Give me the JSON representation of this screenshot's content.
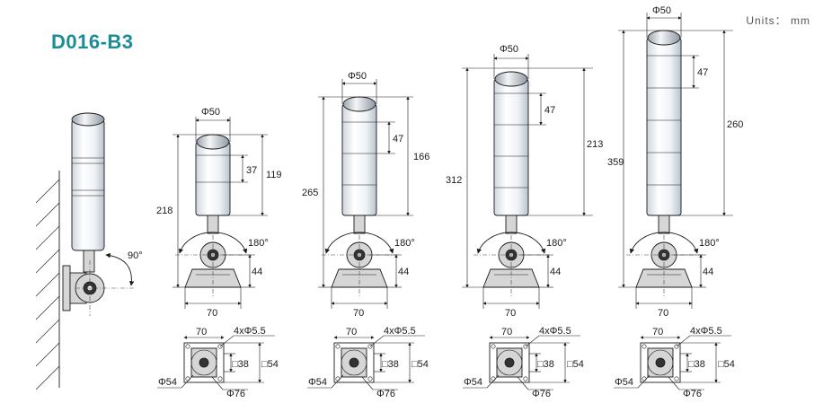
{
  "title": "D016-B3",
  "units": "Units： mm",
  "colors": {
    "title": "#1b8c98",
    "line": "#1a1a1a"
  },
  "side_view": {
    "angle": "90°"
  },
  "towers": [
    {
      "diameter": "Φ50",
      "tier": "37",
      "top_to_arm": "119",
      "total": "218",
      "rotation": "180°",
      "base_height": "44",
      "base_width": "70"
    },
    {
      "diameter": "Φ50",
      "tier": "47",
      "top_to_arm": "166",
      "total": "265",
      "rotation": "180°",
      "base_height": "44",
      "base_width": "70"
    },
    {
      "diameter": "Φ50",
      "tier": "47",
      "top_to_arm": "213",
      "total": "312",
      "rotation": "180°",
      "base_height": "44",
      "base_width": "70"
    },
    {
      "diameter": "Φ50",
      "tier": "47",
      "top_to_arm": "260",
      "total": "359",
      "rotation": "180°",
      "base_height": "44",
      "base_width": "70"
    }
  ],
  "base_plan": {
    "width": "70",
    "holes": "4xΦ5.5",
    "inner": "□38",
    "outer": "□54",
    "dia_inner": "Φ54",
    "dia_outer": "Φ76"
  }
}
